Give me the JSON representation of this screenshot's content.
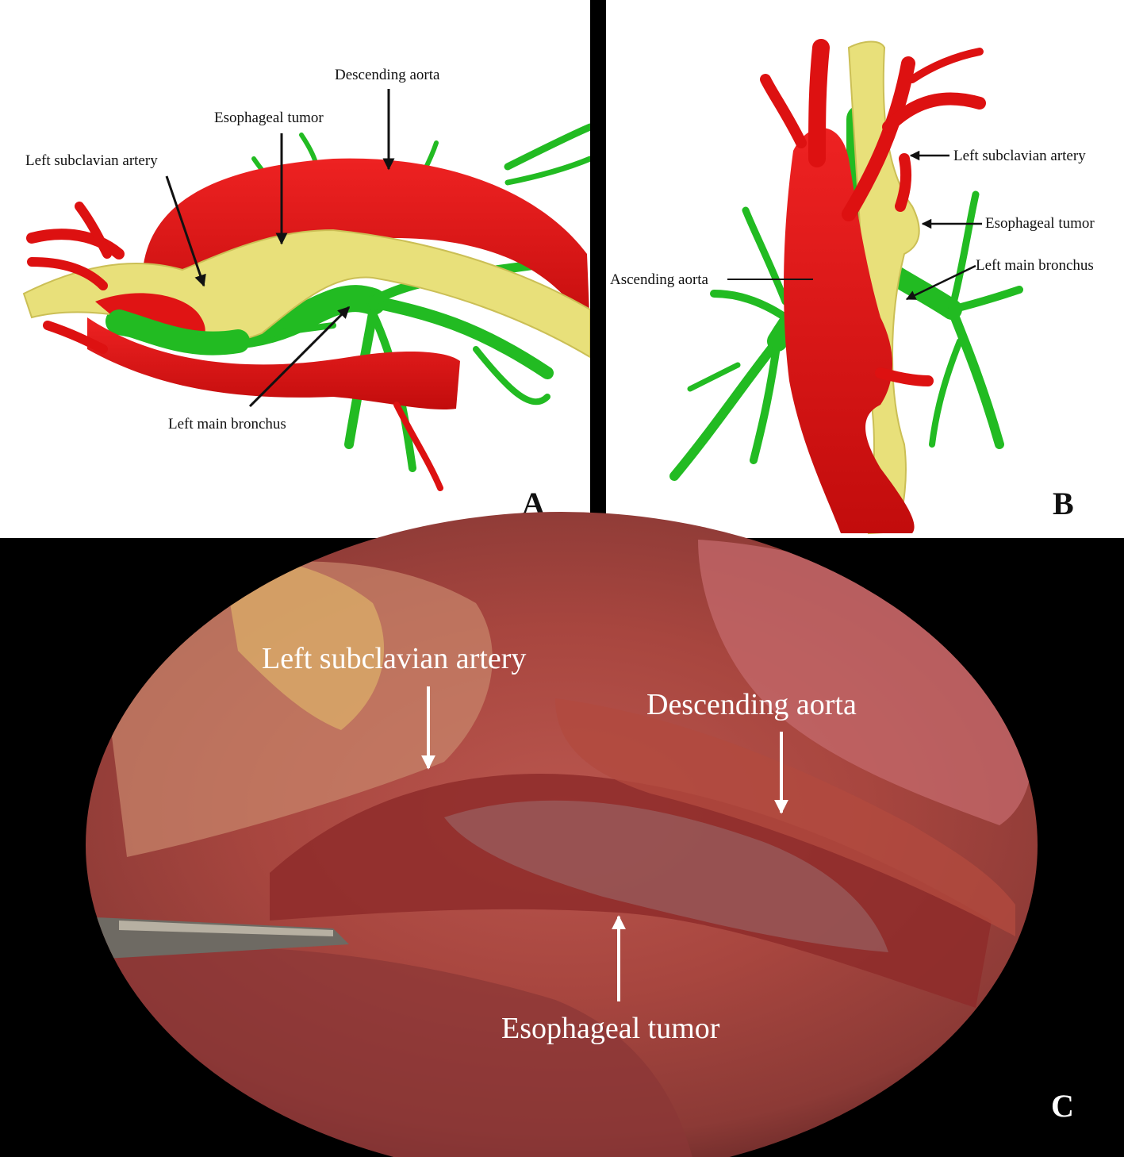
{
  "panels": {
    "a": {
      "letter": "A",
      "labels": {
        "descending_aorta": "Descending aorta",
        "esophageal_tumor": "Esophageal tumor",
        "left_subclavian_artery": "Left subclavian artery",
        "left_main_bronchus": "Left main bronchus"
      }
    },
    "b": {
      "letter": "B",
      "labels": {
        "left_subclavian_artery": "Left subclavian artery",
        "esophageal_tumor": "Esophageal tumor",
        "left_main_bronchus": "Left main bronchus",
        "ascending_aorta": "Ascending aorta"
      }
    },
    "c": {
      "letter": "C",
      "labels": {
        "left_subclavian_artery": "Left subclavian artery",
        "descending_aorta": "Descending aorta",
        "esophageal_tumor": "Esophageal tumor"
      }
    }
  },
  "colors": {
    "vessel": "#dd1111",
    "tumor": "#e8e07a",
    "bronchus": "#22bb22",
    "divider": "#000000",
    "surgical_bg": "#000000"
  }
}
